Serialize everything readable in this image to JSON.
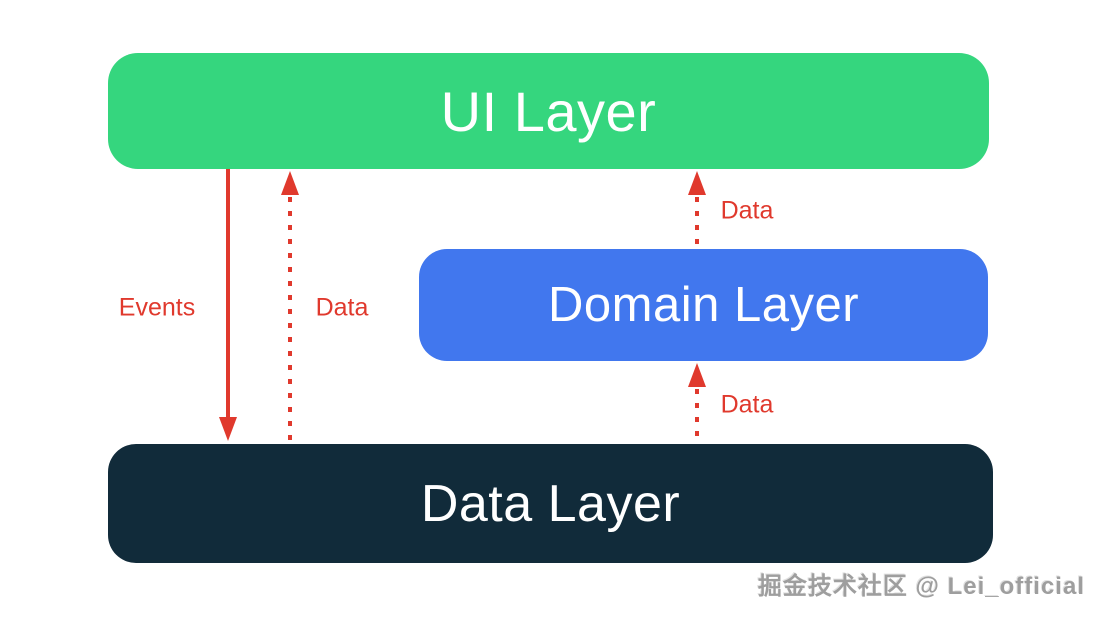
{
  "diagram": {
    "title_semantics": "app-architecture-layers",
    "layers": {
      "ui": {
        "label": "UI Layer",
        "color": "#35d67e",
        "text_color": "#ffffff"
      },
      "domain": {
        "label": "Domain Layer",
        "color": "#4177ee",
        "text_color": "#ffffff"
      },
      "data": {
        "label": "Data Layer",
        "color": "#112b3a",
        "text_color": "#ffffff"
      }
    },
    "arrows": {
      "color": "#e0392d",
      "events_ui_to_data": {
        "label": "Events",
        "style": "solid",
        "direction": "down",
        "from": "UI Layer",
        "to": "Data Layer"
      },
      "data_data_to_ui": {
        "label": "Data",
        "style": "dotted",
        "direction": "up",
        "from": "Data Layer",
        "to": "UI Layer"
      },
      "data_domain_to_ui": {
        "label": "Data",
        "style": "dotted",
        "direction": "up",
        "from": "Domain Layer",
        "to": "UI Layer"
      },
      "data_data_to_domain": {
        "label": "Data",
        "style": "dotted",
        "direction": "up",
        "from": "Data Layer",
        "to": "Domain Layer"
      }
    }
  },
  "watermark": {
    "text": "掘金技术社区 @ Lei_official",
    "color": "#9e9e9e"
  }
}
